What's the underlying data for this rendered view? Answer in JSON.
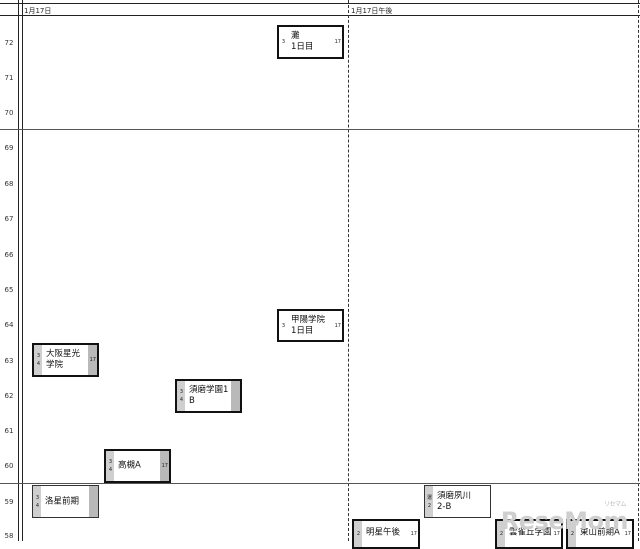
{
  "columns": {
    "col1_header": "1月17日",
    "col2_header": "1月17日午後"
  },
  "axis_ticks": [
    "72",
    "71",
    "70",
    "69",
    "68",
    "67",
    "66",
    "65",
    "64",
    "63",
    "62",
    "61",
    "60",
    "59",
    "58"
  ],
  "entries": [
    {
      "name": "灘",
      "sub": "1日目",
      "nums": "3",
      "day": "17"
    },
    {
      "name": "甲陽学院",
      "sub": "1日目",
      "nums": "3",
      "day": "17"
    },
    {
      "name": "大阪星光",
      "sub": "学院",
      "nums": "3\n4",
      "day": "17"
    },
    {
      "name": "須磨学園1",
      "sub": "B",
      "nums": "3\n4",
      "day": ""
    },
    {
      "name": "高槻A",
      "sub": "",
      "nums": "3\n4",
      "day": "17"
    },
    {
      "name": "洛星前期",
      "sub": "",
      "nums": "3\n4",
      "day": ""
    },
    {
      "name": "須磨夙川",
      "sub": "2-B",
      "nums": "選\n2",
      "day": ""
    },
    {
      "name": "明星午後",
      "sub": "",
      "nums": "2",
      "day": "17"
    },
    {
      "name": "雲雀丘学園",
      "sub": "",
      "nums": "2",
      "day": "17"
    },
    {
      "name": "東山前期A",
      "sub": "",
      "nums": "2",
      "day": "17"
    }
  ],
  "watermark": {
    "text": "ReseMom",
    "ruby": "リセマム"
  }
}
